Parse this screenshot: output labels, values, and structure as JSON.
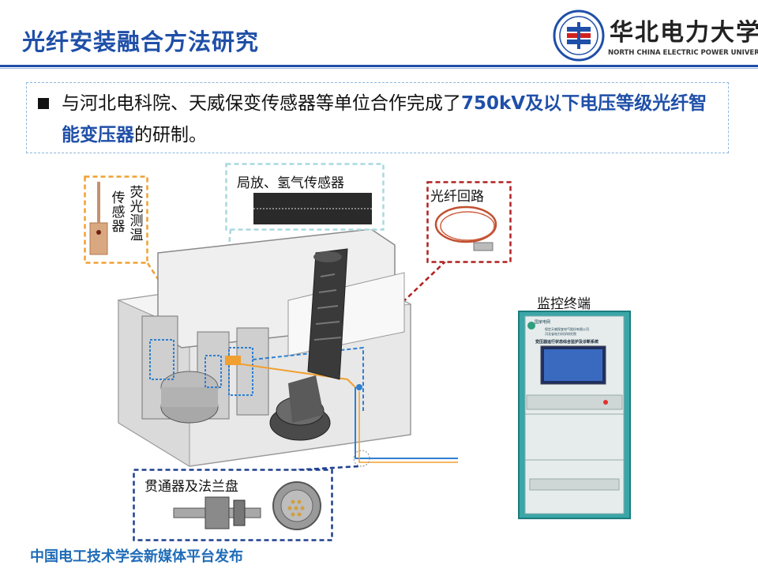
{
  "header": {
    "title": "光纤安装融合方法研究",
    "logo_cn": "华北电力大学",
    "logo_en": "NORTH CHINA ELECTRIC POWER UNIVERSITY"
  },
  "bullet": {
    "text_before": "与河北电科院、天威保变传感器等单位合作完成了",
    "highlight": "750kV及以下电压等级光纤智能变压器",
    "text_after": "的研制。"
  },
  "callouts": {
    "fluorescent": "荧光测温传感器",
    "fluor_col1": "荧光测温",
    "fluor_col2": "传感器",
    "pd_sensor": "局放、氢气传感器",
    "fiber_loop": "光纤回路",
    "terminal": "监控终端",
    "penetrator": "贯通器及法兰盘"
  },
  "terminal_panel": {
    "brand": "国家电网",
    "unit1": "保定天威保变电气股份有限公司",
    "unit2": "河北省电力科学研究院",
    "system": "变压器运行状态综合监护及诊断系统"
  },
  "footer": {
    "text": "中国电工技术学会新媒体平台发布"
  },
  "colors": {
    "title_blue": "#1f4fa8",
    "highlight_blue": "#1f4fa8",
    "fluor_box": "#f0a030",
    "pd_box": "#a8d8e0",
    "fiber_box": "#b02020",
    "penetrator_box": "#1f3f8f",
    "footer_blue": "#1f6cb8"
  }
}
